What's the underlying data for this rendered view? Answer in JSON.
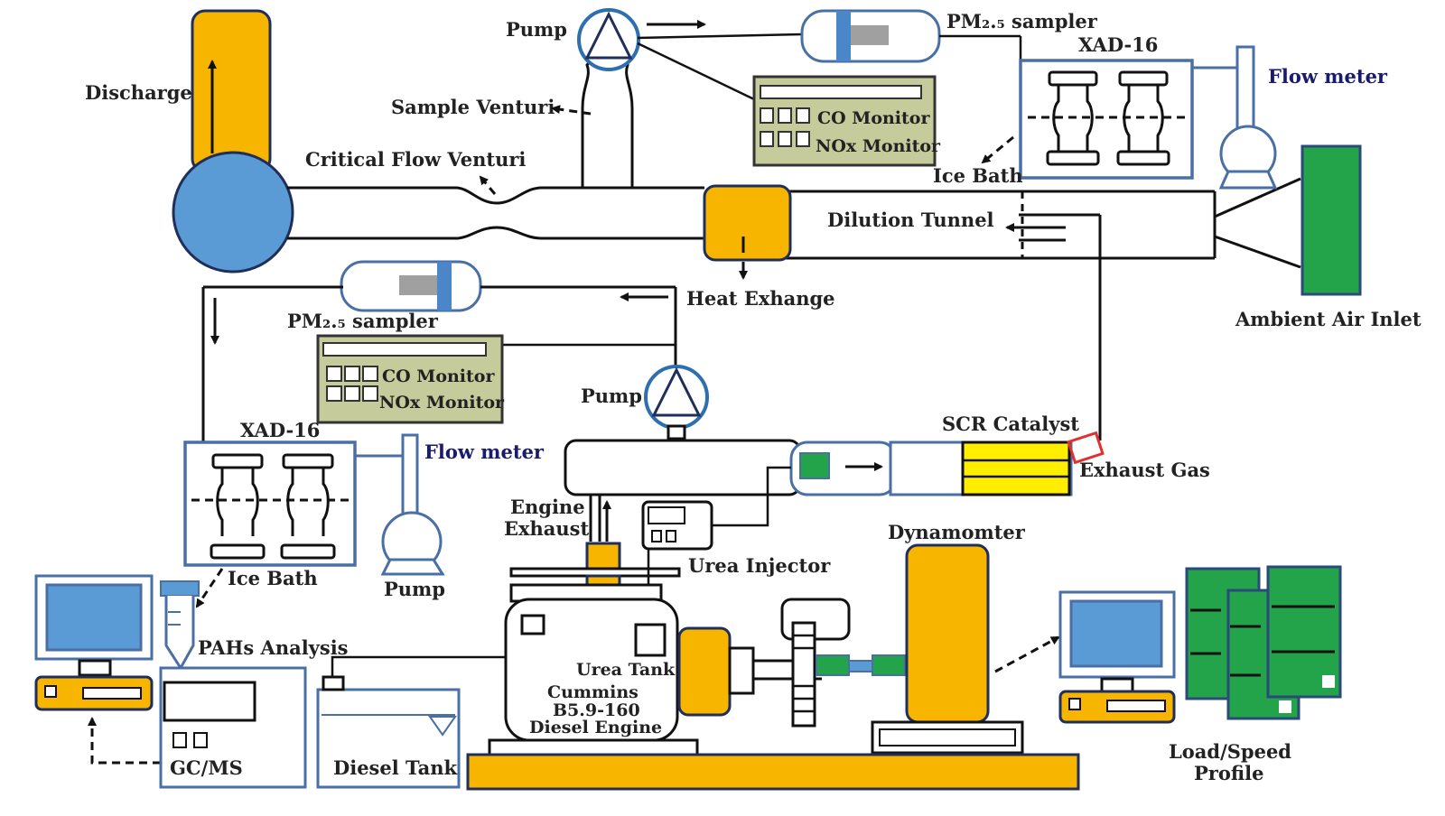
{
  "labels": {
    "discharge": "Discharge",
    "pump_top": "Pump",
    "pm25_sampler_top": "PM₂.₅ sampler",
    "xad16_top": "XAD-16",
    "flow_meter_top": "Flow meter",
    "sample_venturi": "Sample Venturi",
    "co_monitor_top": "CO Monitor",
    "nox_monitor_top": "NOx Monitor",
    "critical_flow_venturi": "Critical Flow Venturi",
    "ice_bath_top": "Ice Bath",
    "dilution_tunnel": "Dilution Tunnel",
    "ambient_air_inlet": "Ambient Air Inlet",
    "heat_exchange": "Heat Exhange",
    "pm25_sampler_left": "PM₂.₅ sampler",
    "co_monitor_left": "CO Monitor",
    "nox_monitor_left": "NOx Monitor",
    "pump_mid": "Pump",
    "scr_catalyst": "SCR Catalyst",
    "exhaust_gas": "Exhaust Gas",
    "xad16_left": "XAD-16",
    "flow_meter_left": "Flow meter",
    "engine_exhaust_1": "Engine",
    "engine_exhaust_2": "Exhaust",
    "urea_injector": "Urea Injector",
    "dynamometer": "Dynamomter",
    "ice_bath_left": "Ice Bath",
    "pump_bottom": "Pump",
    "pahs_analysis": "PAHs Analysis",
    "urea_tank": "Urea Tank",
    "engine_line1": "Cummins",
    "engine_line2": "B5.9-160",
    "engine_line3": "Diesel Engine",
    "gcms": "GC/MS",
    "diesel_tank": "Diesel Tank",
    "load_speed_1": "Load/Speed",
    "load_speed_2": "Profile"
  },
  "colors": {
    "component_orange": "#f7b500",
    "screen_blue": "#5b9bd5",
    "monitor_olive": "#c5cb9a",
    "profile_green": "#23a44a",
    "catalyst_yellow": "#ffee00",
    "outline_blue": "#4a6fa5"
  }
}
